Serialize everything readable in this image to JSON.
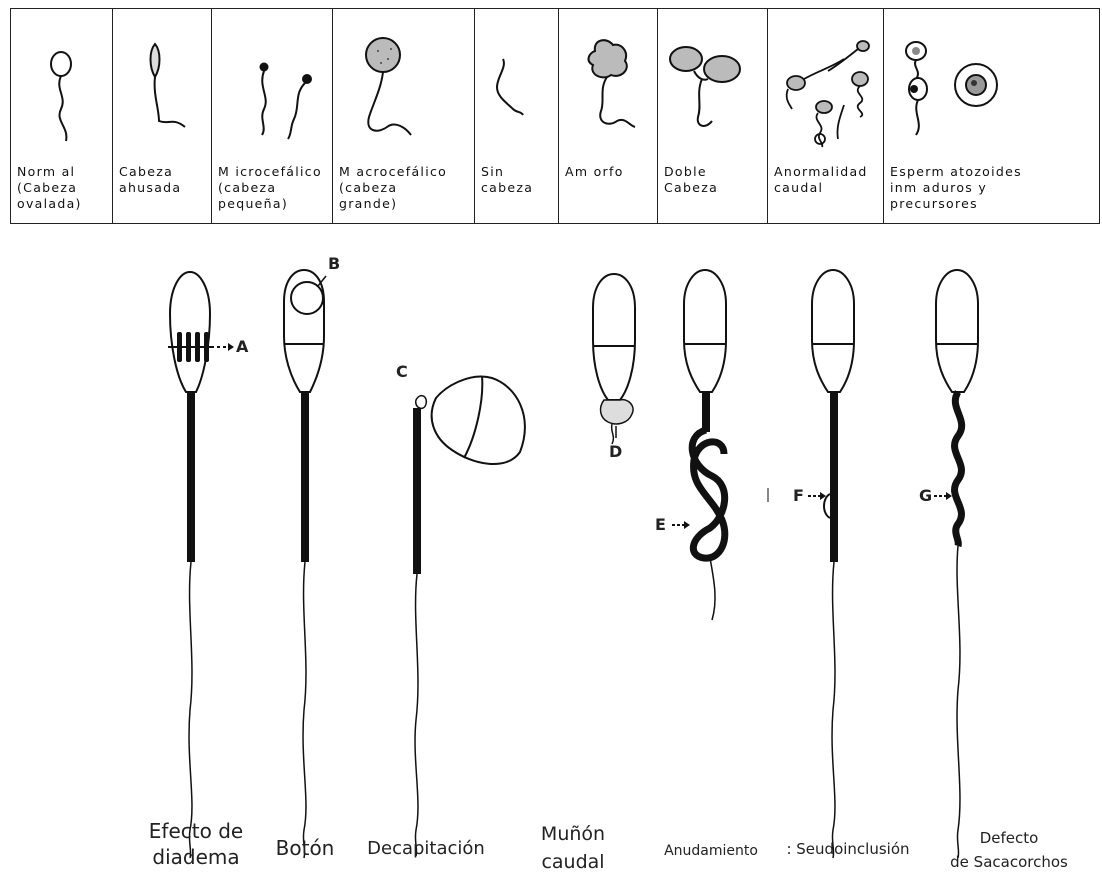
{
  "table": {
    "cells": [
      {
        "name": "normal",
        "label": "Norm al\n(Cabeza\novalada)"
      },
      {
        "name": "cabeza-ahusada",
        "label": "Cabeza\nahusada"
      },
      {
        "name": "microcefalico",
        "label": "M icrocefálico\n(cabeza\npequeña)"
      },
      {
        "name": "macrocefalico",
        "label": "M acrocefálico\n(cabeza\ngrande)"
      },
      {
        "name": "sin-cabeza",
        "label": "Sin\ncabeza"
      },
      {
        "name": "amorfo",
        "label": "Am orfo"
      },
      {
        "name": "doble-cabeza",
        "label": "Doble\nCabeza"
      },
      {
        "name": "anormalidad-caudal",
        "label": "Anormalidad\ncaudal"
      },
      {
        "name": "espermatozoides-inmaduros",
        "label": "Esperm atozoides\ninm aduros y\nprecursores"
      }
    ]
  },
  "markers": {
    "a": "A",
    "b": "B",
    "c": "C",
    "d": "D",
    "e": "E",
    "f": "F",
    "g": "G"
  },
  "captions": {
    "efecto_diadema": "Efecto de\ndiadema",
    "boton": "Botón",
    "decapitacion": "Decapitación",
    "munon_caudal": "Muñón\ncaudal",
    "anudamiento": "Anudamiento",
    "seudoinclusion": ": Seudoinclusión",
    "sacacorchos": "Defecto\nde Sacacorchos"
  }
}
